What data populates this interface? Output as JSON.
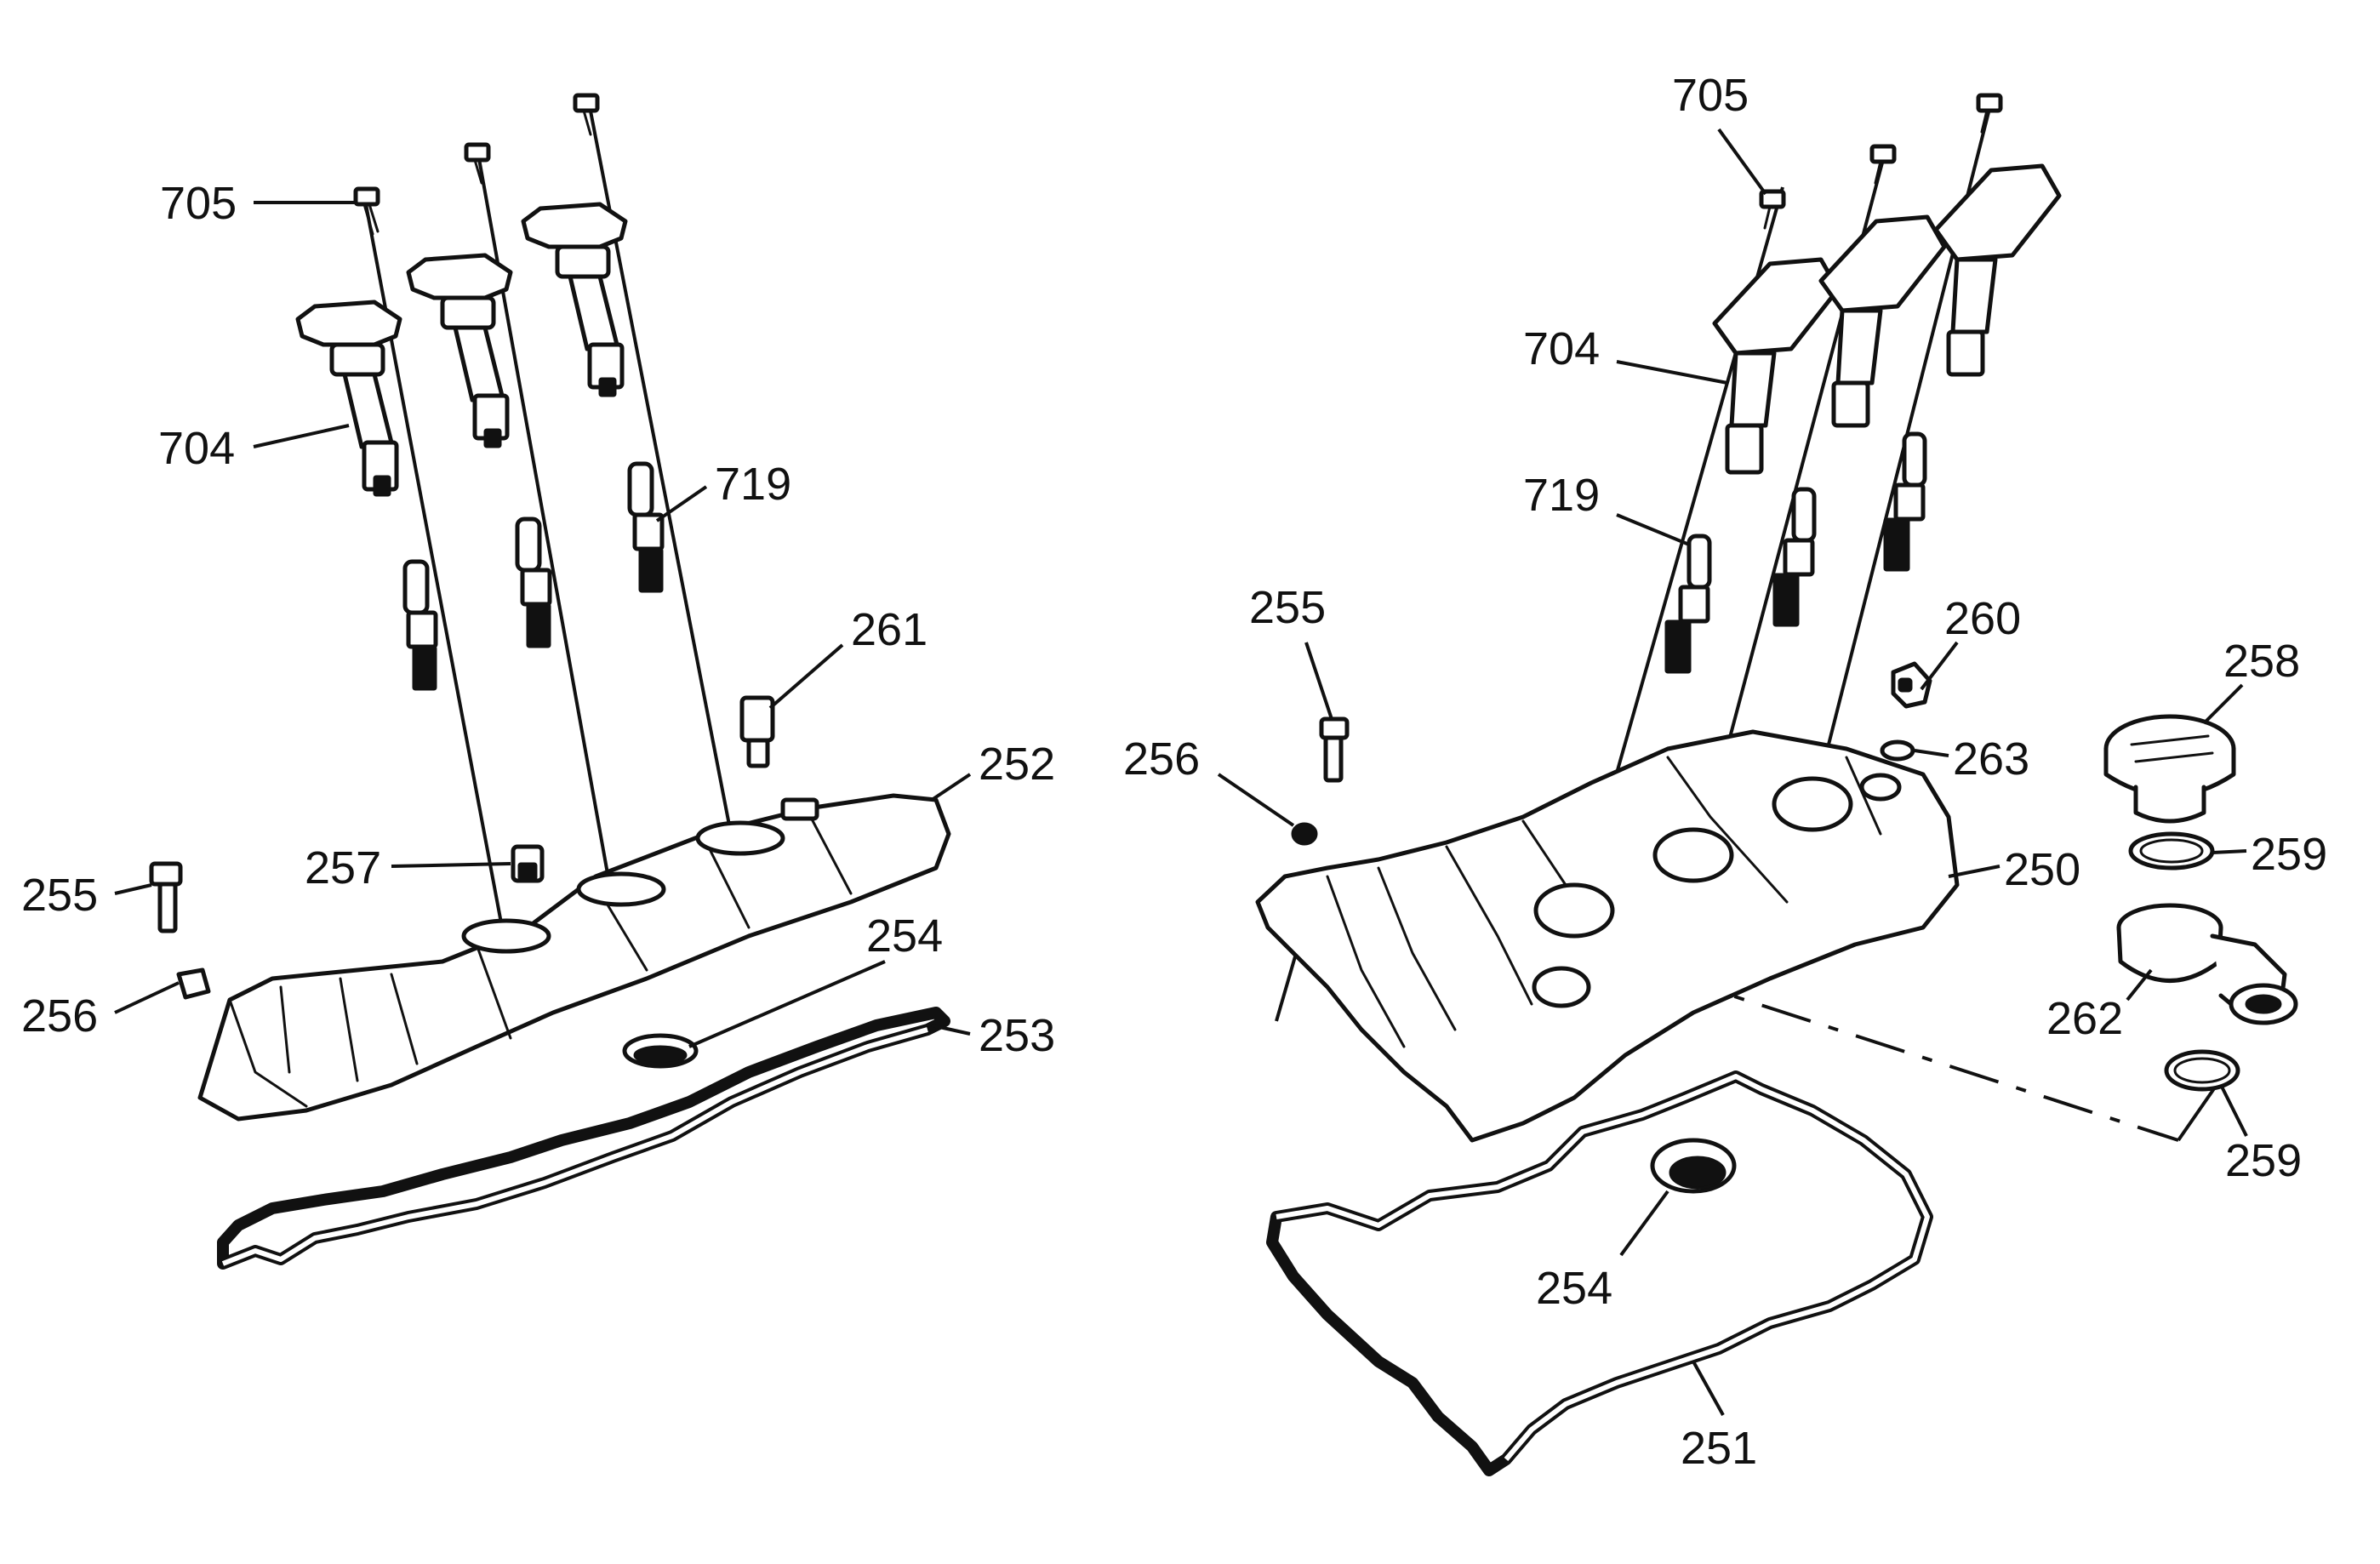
{
  "callouts": {
    "left_705": "705",
    "left_704": "704",
    "left_719": "719",
    "left_261": "261",
    "left_252": "252",
    "left_257": "257",
    "left_255": "255",
    "left_256": "256",
    "left_254": "254",
    "left_253": "253",
    "right_705": "705",
    "right_704": "704",
    "right_719": "719",
    "right_255": "255",
    "right_256": "256",
    "right_260": "260",
    "right_258": "258",
    "right_263": "263",
    "right_259_top": "259",
    "right_250": "250",
    "right_262": "262",
    "right_259_bottom": "259",
    "right_254": "254",
    "right_251": "251"
  }
}
